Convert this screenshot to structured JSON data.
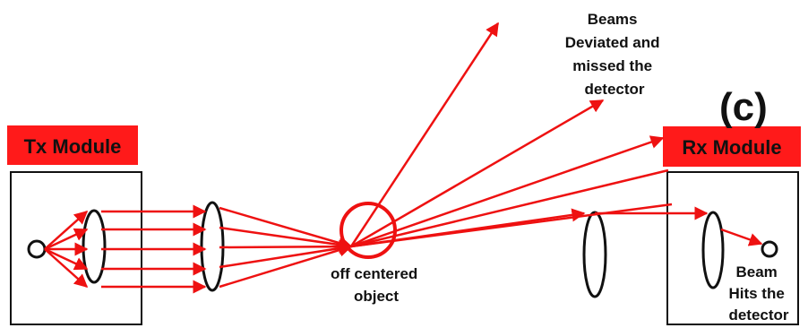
{
  "diagram": {
    "panel_label": "(c)",
    "tx_module": {
      "label": "Tx Module"
    },
    "rx_module": {
      "label": "Rx Module"
    },
    "object_label": [
      "off centered",
      "object"
    ],
    "deviated_label": [
      "Beams",
      "Deviated and",
      "missed the",
      "detector"
    ],
    "detector_label": [
      "Beam",
      "Hits the",
      "detector"
    ]
  },
  "colors": {
    "beam": "#ee1111",
    "tag_background": "#ff1a1a",
    "outline": "#111111",
    "text": "#111111"
  },
  "icons": {
    "source": "circle-icon",
    "detector": "circle-icon",
    "object": "circle-icon",
    "lens": "ellipse-icon"
  }
}
